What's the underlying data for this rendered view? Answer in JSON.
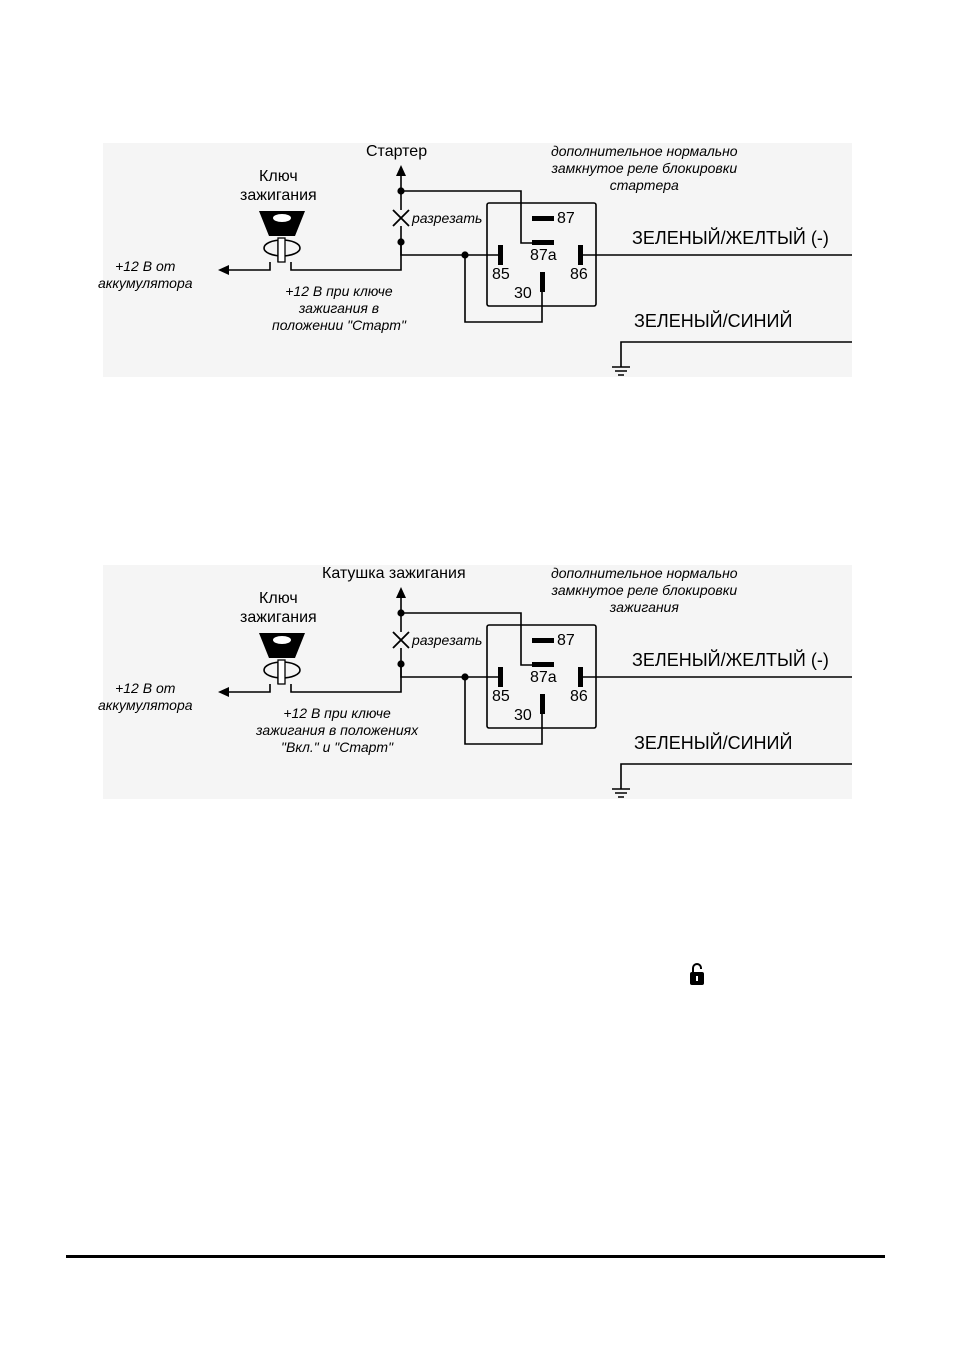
{
  "diagrams": [
    {
      "target_label": "Стартер",
      "key_label": "Ключ\nзажигания",
      "relay_note": "дополнительное нормально\nзамкнутое реле блокировки\nстартера",
      "cut_label": "разрезать",
      "battery_label": "+12 В от\nаккумулятора",
      "key_position_note": "+12 В при ключе\nзажигания в\nположении \"Старт\"",
      "pins": {
        "p87": "87",
        "p87a": "87a",
        "p85": "85",
        "p86": "86",
        "p30": "30"
      },
      "wire_green_yellow": "ЗЕЛЕНЫЙ/ЖЕЛТЫЙ (-)",
      "wire_green_blue": "ЗЕЛЕНЫЙ/СИНИЙ"
    },
    {
      "target_label": "Катушка зажигания",
      "key_label": "Ключ\nзажигания",
      "relay_note": "дополнительное нормально\nзамкнутое реле блокировки\nзажигания",
      "cut_label": "разрезать",
      "battery_label": "+12 В от\nаккумулятора",
      "key_position_note": "+12 В при ключе\nзажигания в положениях\n\"Вкл.\" и \"Старт\"",
      "pins": {
        "p87": "87",
        "p87a": "87a",
        "p85": "85",
        "p86": "86",
        "p30": "30"
      },
      "wire_green_yellow": "ЗЕЛЕНЫЙ/ЖЕЛТЫЙ (-)",
      "wire_green_blue": "ЗЕЛЕНЫЙ/СИНИЙ"
    }
  ],
  "icons": {
    "lock": "padlock-icon"
  }
}
